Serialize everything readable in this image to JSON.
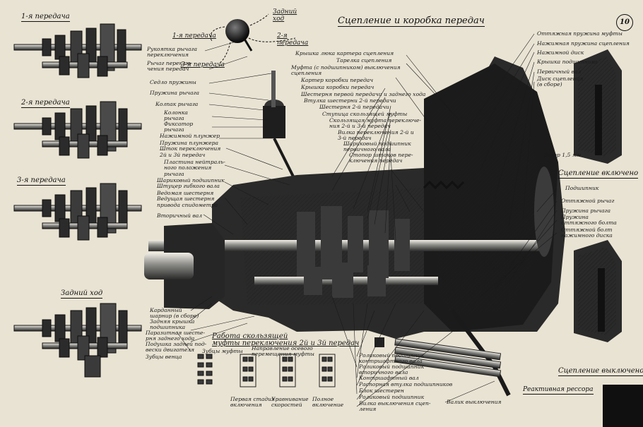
{
  "title": "Сцепление и коробка передач",
  "sheet_number": "10",
  "gear_views": [
    {
      "id": "g1",
      "label": "1-я передача"
    },
    {
      "id": "g2",
      "label": "2-я передача"
    },
    {
      "id": "g3",
      "label": "3-я передача"
    },
    {
      "id": "rev",
      "label": "Задний ход"
    }
  ],
  "shift_pattern": {
    "reverse": "Задний\nход",
    "first": "1-я передача",
    "second": "2-я\nпередача",
    "third": "3-я передача"
  },
  "left_labels": [
    "Рукоятка рычага\nпереключения",
    "Рычаг переклю-\nчения передач",
    "Седло пружины",
    "Пружина рычага",
    "Колпак рычага",
    "Колонка\nрычага",
    "Фиксатор\nрычага",
    "Нажимной плунжер",
    "Пружина плунжера\nШток переключения\n2й и 3й передач",
    "Пластина нейтраль-\nного положения\nрычага",
    "Шариковый подшипник\nШтуцер гибкого вала",
    "Ведомая шестерня\nВедущая шестерня\nпривода спидометра",
    "Вторичный вал"
  ],
  "center_labels": [
    "Крышка люка картера сцепления",
    "Тарелка сцепления",
    "Муфта (с подшипником) выключения\nсцепления",
    "Картер коробки передач",
    "Крышка коробки передач",
    "Шестерня первой передачи и заднего хода",
    "Втулка шестерни 2-й передачи",
    "Шестерня 2-й передачи",
    "Ступица скользящей муфты",
    "Скользящая муфта переключе-\nния 2-й и 3-й передач",
    "Вилка переключения 2-й и\n3-й передач",
    "Шариковый подшипник\nпервичного вала",
    "Стопор штоков пере-\nключения передач"
  ],
  "right_labels": [
    "Оттяжная пружина муфты",
    "Нажимная пружина сцепления",
    "Нажимной диск",
    "Крышка подшипника",
    "Первичный вал",
    "Диск сцепления\n(в сборе)",
    "Подшипник",
    "Оттяжной рычаг",
    "Пружина рычага",
    "Пружина\nоттяжного болта",
    "Оттяжной болт\nнажимного диска"
  ],
  "clutch": {
    "gap": "Зазор 1,5 мм",
    "engaged": "Сцепление включено",
    "disengaged": "Сцепление выключено"
  },
  "bottom_left_labels": [
    "Карданный\nшарнир (в сборе)",
    "Задняя крышка\nподшипника",
    "Паразитная шесте-\nрня заднего хода",
    "Подушка задней под-\nвески двигателя",
    "Зубцы венца"
  ],
  "sliding_clutch": {
    "title": "Работа скользящей\nмуфты переключения 2й и 3й передач",
    "teeth": "Зубцы муфты",
    "direction": "Направление осевого\nперемещения муфты",
    "stages": [
      "Первая стадия\nвключения",
      "Уравнивание\nскоростей",
      "Полное\nвключение"
    ]
  },
  "bottom_center_labels": [
    "Роликовый подшипник\nконтршафтного вала",
    "Роликовый подшипник\nвторичного вала",
    "Контршафтный вал",
    "Распорная втулка подшипников",
    "Блок шестерен",
    "Роликовый подшипник",
    "Вилка выключения сцеп-\nления"
  ],
  "bottom_right_labels": {
    "shaft": "Валик выключения",
    "spring": "Реактивная рессора"
  }
}
